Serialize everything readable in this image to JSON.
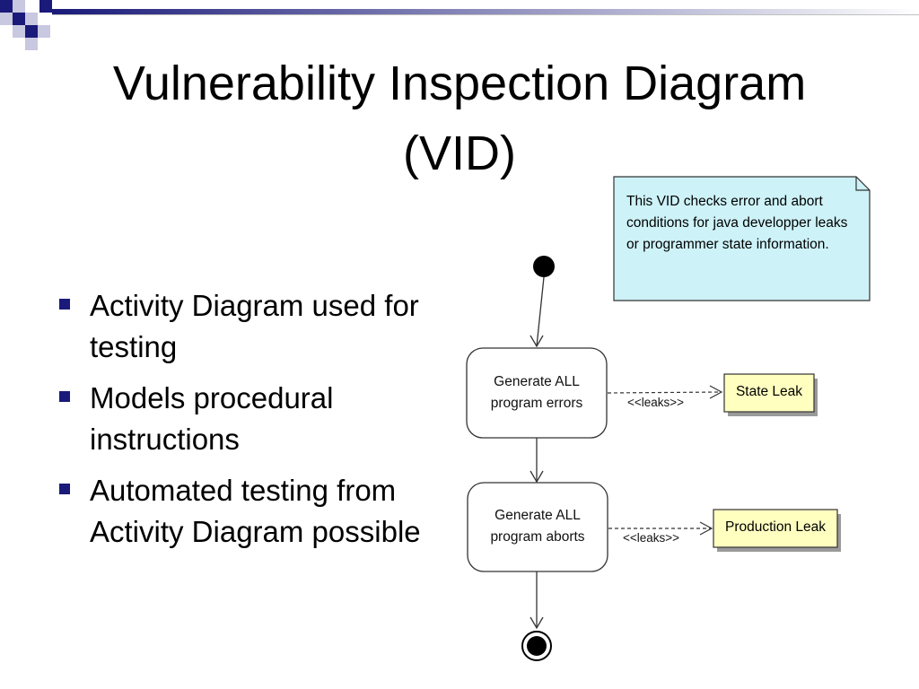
{
  "slide": {
    "title_line1": "Vulnerability Inspection Diagram",
    "title_line2": "(VID)"
  },
  "bullets": [
    "Activity Diagram used for testing",
    "Models procedural instructions",
    "Automated testing from Activity Diagram possible"
  ],
  "diagram": {
    "note": "This VID checks error and abort conditions for java developper leaks or programmer state information.",
    "activities": [
      {
        "line1": "Generate ALL",
        "line2": "program errors"
      },
      {
        "line1": "Generate ALL",
        "line2": "program aborts"
      }
    ],
    "objects": [
      "State Leak",
      "Production Leak"
    ],
    "dependency_label": "<<leaks>>",
    "colors": {
      "note_fill": "#cdf2f8",
      "object_fill": "#ffffc0",
      "header_navy": "#1a1a7a",
      "header_gray": "#c0c0c0"
    }
  }
}
